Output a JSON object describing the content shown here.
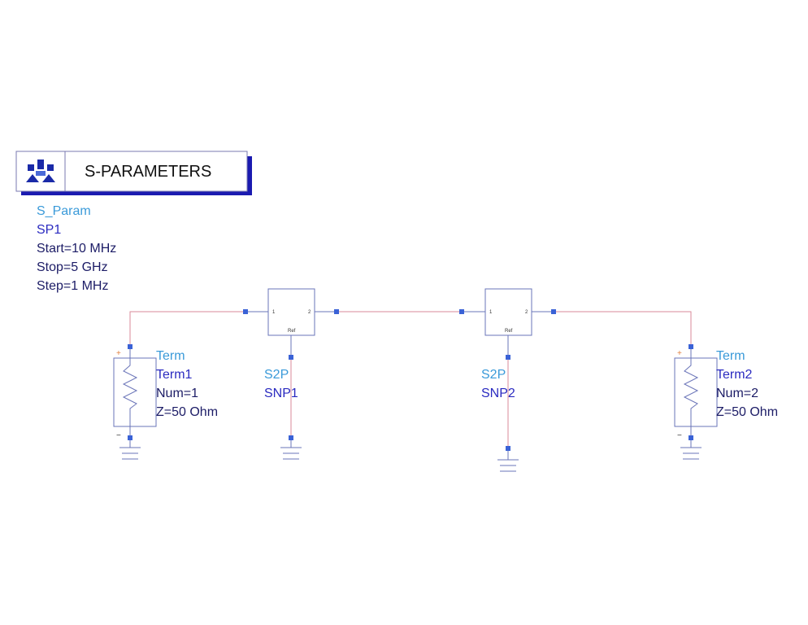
{
  "sparam_block": {
    "title": "S-PARAMETERS",
    "icon": "s-parameters-icon",
    "type": "S_Param",
    "instance": "SP1",
    "params": [
      "Start=10 MHz",
      "Stop=5 GHz",
      "Step=1 MHz"
    ]
  },
  "term1": {
    "type": "Term",
    "instance": "Term1",
    "params": [
      "Num=1",
      "Z=50 Ohm"
    ],
    "plus": "+",
    "minus": "−"
  },
  "term2": {
    "type": "Term",
    "instance": "Term2",
    "params": [
      "Num=2",
      "Z=50 Ohm"
    ],
    "plus": "+",
    "minus": "−"
  },
  "snp1": {
    "type": "S2P",
    "instance": "SNP1",
    "pin1": "1",
    "pin2": "2",
    "ref": "Ref"
  },
  "snp2": {
    "type": "S2P",
    "instance": "SNP2",
    "pin1": "1",
    "pin2": "2",
    "ref": "Ref"
  },
  "colors": {
    "wire": "#d98a9a",
    "component": "#6a74b8",
    "node": "#3a62d6",
    "type_label": "#3a9ad9",
    "instance_label": "#2a2ac0"
  }
}
